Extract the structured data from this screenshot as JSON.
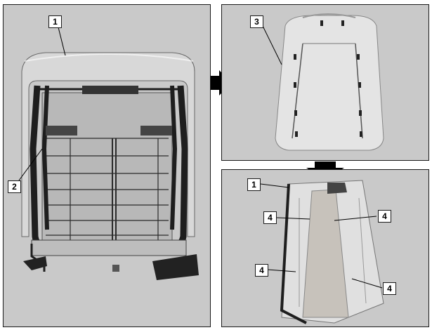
{
  "callouts": {
    "left_1": "1",
    "left_2": "2",
    "topright_3": "3",
    "bottomright_1": "1",
    "bottomright_4a": "4",
    "bottomright_4b": "4",
    "bottomright_4c": "4",
    "bottomright_4d": "4"
  },
  "colors": {
    "panel_bg": "#c9c9c9",
    "frame": "#1e1e1e",
    "shell": "#d8d8d8",
    "arrow": "#000000"
  }
}
